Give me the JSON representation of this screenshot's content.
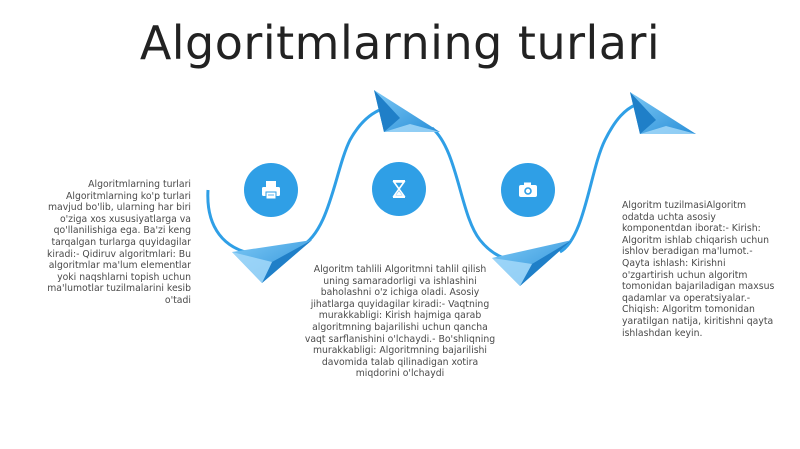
{
  "slide": {
    "title": "Algoritmlarning turlari",
    "accent_color": "#2f9fe6",
    "icons": [
      "printer-icon",
      "hourglass-icon",
      "camera-icon"
    ],
    "text_blocks": {
      "left": "Algoritmlarning turlari\nAlgoritmlarning ko'p turlari\nmavjud bo'lib, ularning har biri\no'ziga xos xususiyatlarga va\nqo'llanilishiga ega. Ba'zi keng\ntarqalgan turlarga quyidagilar\nkiradi:- Qidiruv algoritmlari: Bu\nalgoritmlar ma'lum elementlar\nyoki naqshlarni topish uchun\nma'lumotlar tuzilmalarini kesib\no'tadi",
      "middle": "Algoritm tahlili Algoritmni tahlil qilish\nuning samaradorligi va ishlashini\nbaholashni o'z ichiga oladi. Asosiy\njihatlarga quyidagilar kiradi:- Vaqtning\nmurakkabligi: Kirish hajmiga qarab\nalgoritmning bajarilishi uchun qancha\nvaqt sarflanishini o'lchaydi.- Bo'shliqning\nmurakkabligi: Algoritmning bajarilishi\ndavomida talab qilinadigan xotira\nmiqdorini o'lchaydi",
      "right": "Algoritm tuzilmasiAlgoritm\nodatda uchta asosiy\nkomponentdan iborat:- Kirish:\nAlgoritm ishlab chiqarish uchun\nishlov beradigan ma'lumot.-\nQayta ishlash: Kirishni\no'zgartirish uchun algoritm\ntomonidan bajariladigan maxsus\nqadamlar va operatsiyalar.-\nChiqish: Algoritm tomonidan\nyaratilgan natija, kiritishni qayta\nishlashdan keyin."
    }
  }
}
